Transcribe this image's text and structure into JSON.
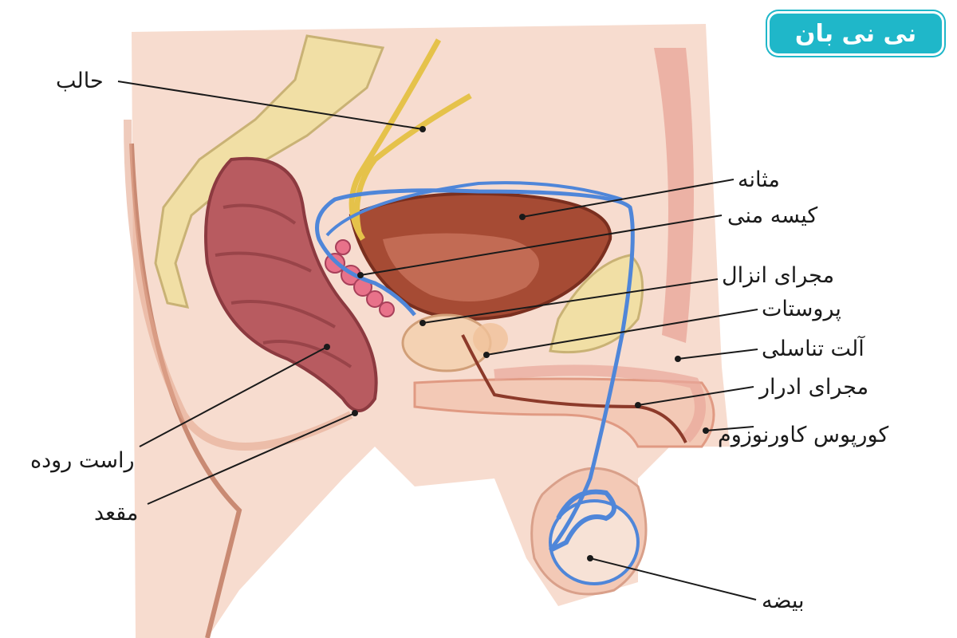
{
  "logo": {
    "text": "نی نی بان"
  },
  "labels": {
    "uterus": "حالب",
    "bladder": "مثانه",
    "seminal_vesicle": "کیسه منی",
    "ejaculatory_duct": "مجرای انزال",
    "prostate": "پروستات",
    "penis": "آلت تناسلی",
    "urethra": "مجرای ادرار",
    "corpus_cavernosum": "کورپوس کاورنوزوم",
    "rectum": "راست روده",
    "anus": "مقعد",
    "testis": "بیضه"
  },
  "colors": {
    "skin": "#f3c9b6",
    "skin_dark": "#c98a73",
    "muscle": "#e8a79a",
    "rectum": "#b85b60",
    "bladder": "#a64b34",
    "bone": "#f1dfa5",
    "vas": "#4f86d9",
    "ureter": "#e5c24a",
    "logo": "#1fb7c9"
  }
}
